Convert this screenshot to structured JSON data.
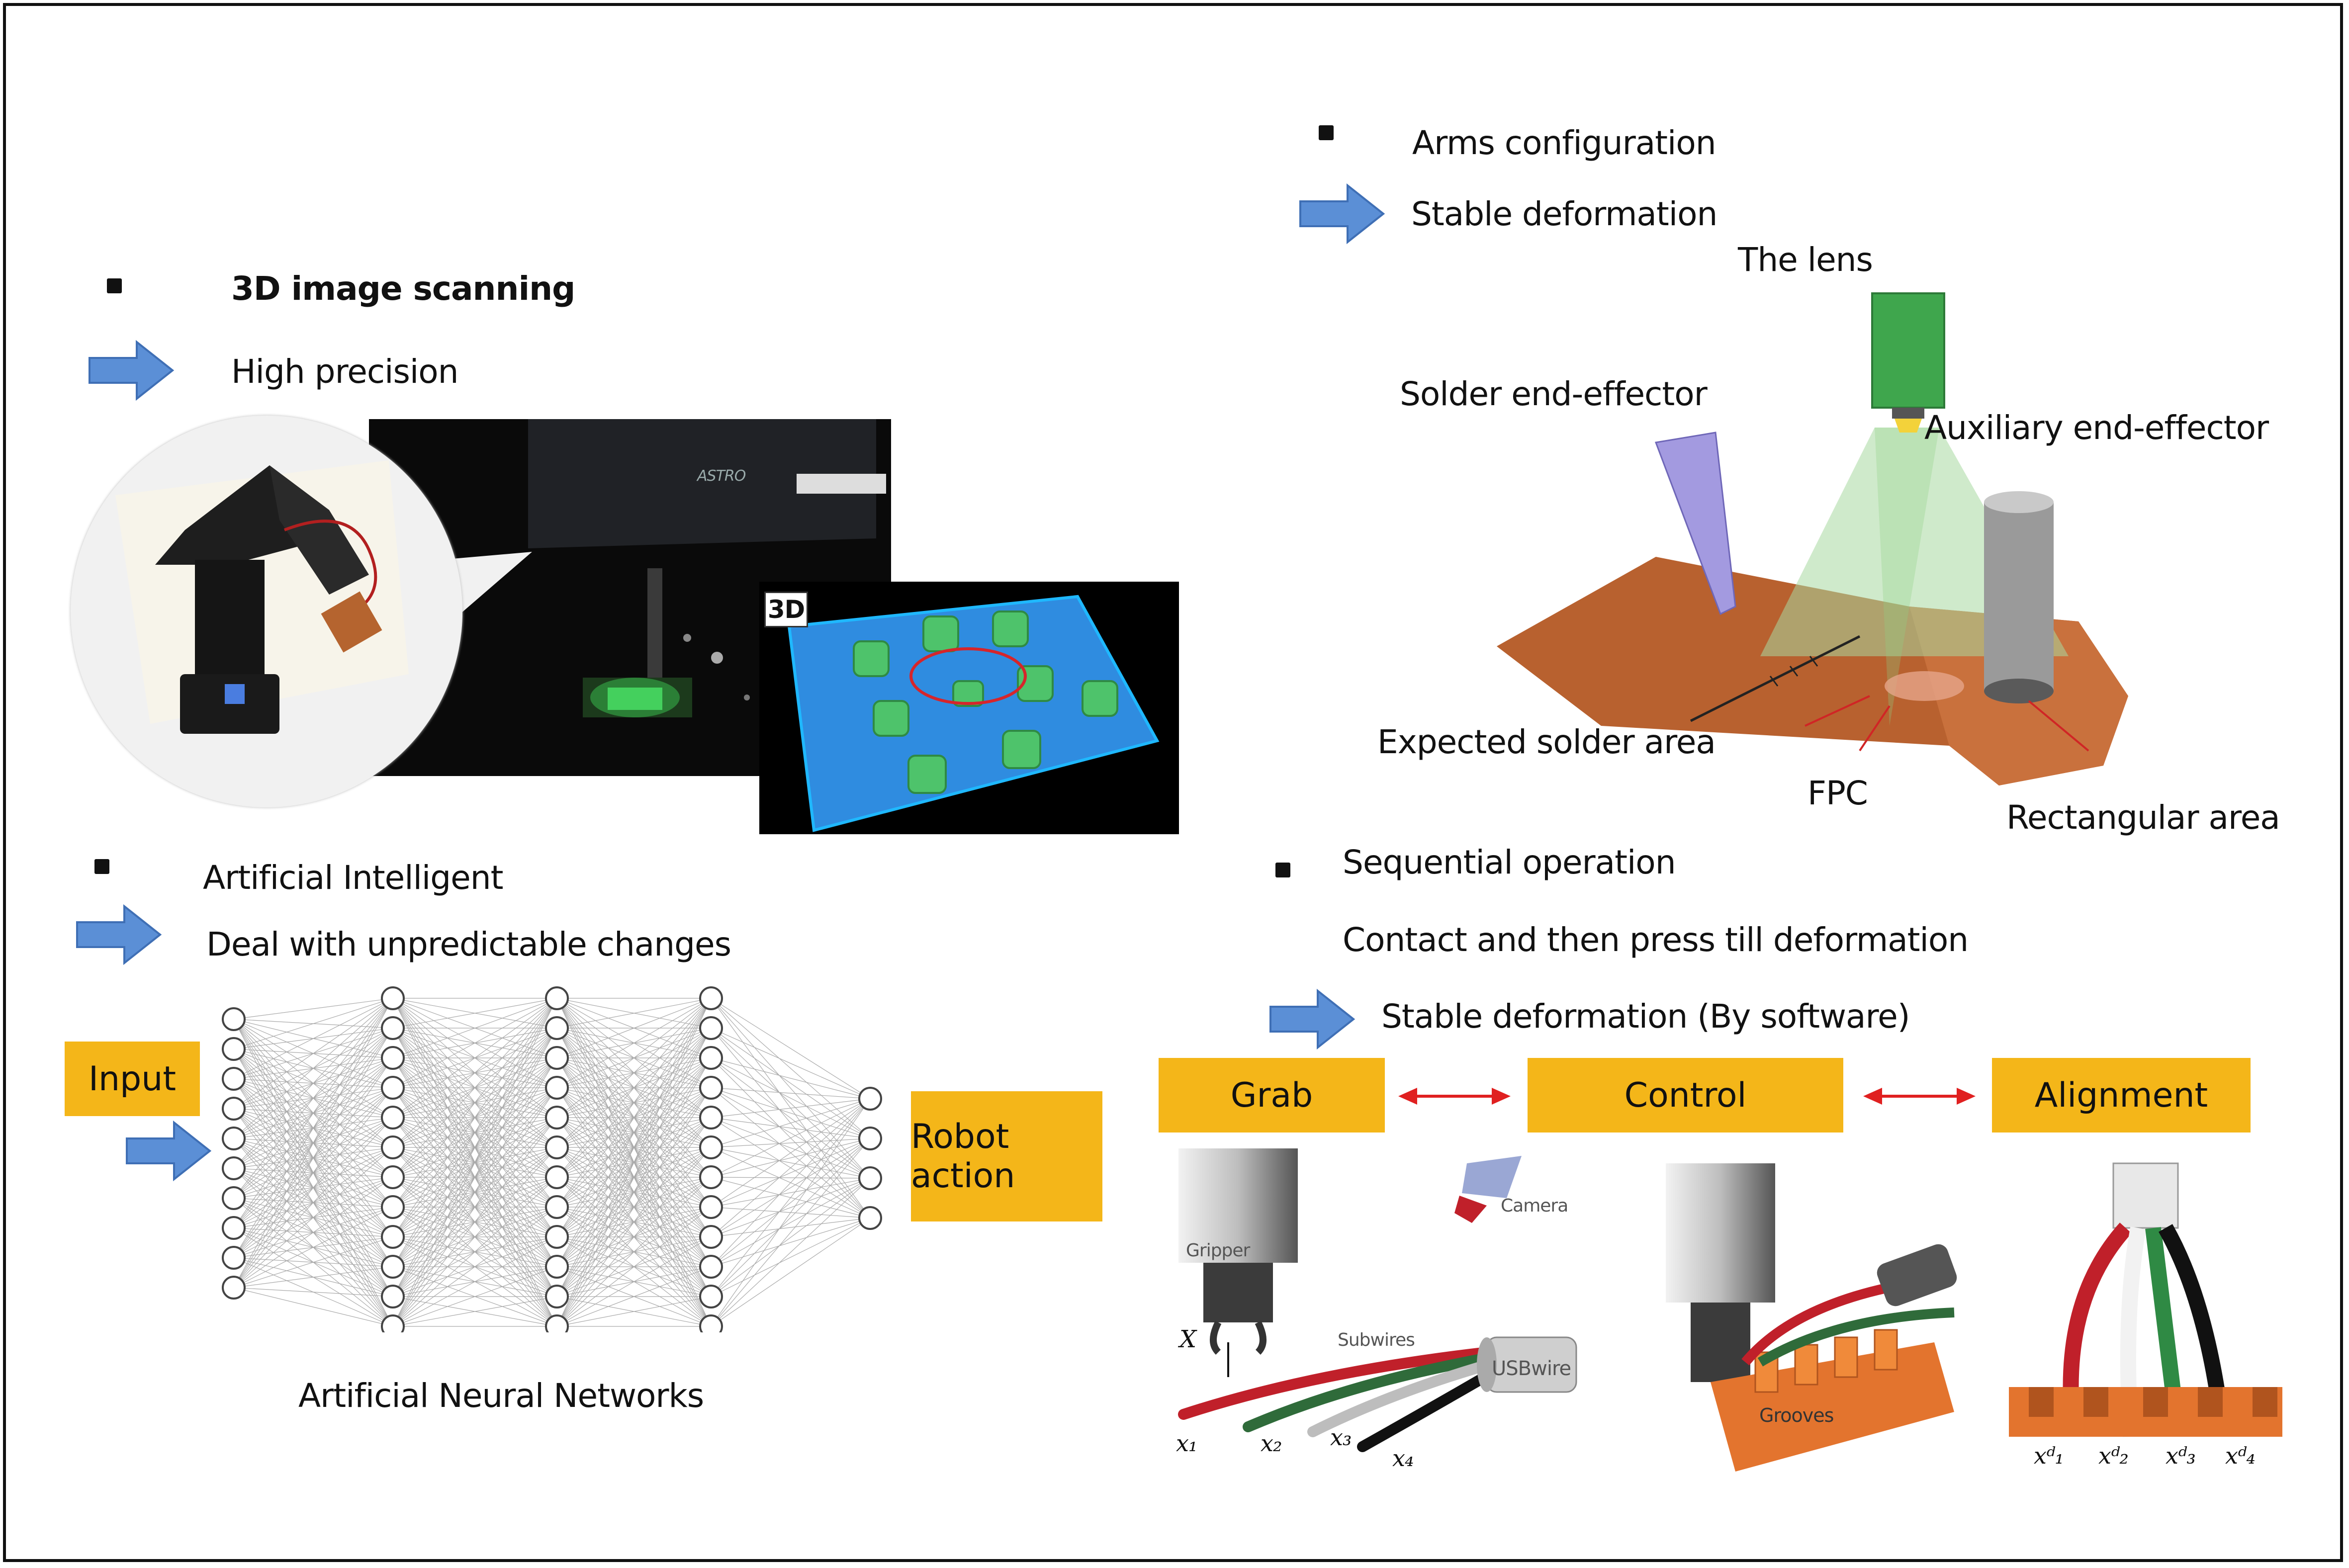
{
  "colors": {
    "accent_yellow": "#f4b619",
    "arrow_blue": "#5b8fd6",
    "double_arrow_red": "#e02020",
    "fpc_orange": "#b8612f"
  },
  "icons": [
    "bullet-square-icon",
    "blue-right-arrow-icon",
    "red-double-arrow-icon"
  ],
  "panel_3d": {
    "bullet_text": "3D image scanning",
    "arrow_text": "High precision",
    "scanner_brand": "ASTRO",
    "label_3d": "3D"
  },
  "panel_arms": {
    "bullet_text": "Arms configuration",
    "arrow_text": "Stable deformation",
    "labels": {
      "lens": "The lens",
      "solder": "Solder end-effector",
      "auxiliary": "Auxiliary end-effector",
      "expected": "Expected solder area",
      "fpc": "FPC",
      "rect": "Rectangular area"
    }
  },
  "panel_ai": {
    "bullet_text": "Artificial Intelligent",
    "arrow_text": "Deal with unpredictable changes",
    "input_label": "Input",
    "output_label": "Robot action",
    "caption": "Artificial Neural Networks"
  },
  "panel_seq": {
    "bullet_text": "Sequential operation",
    "line2": "Contact and then press till deformation",
    "arrow_text": "Stable deformation (By software)",
    "boxes": [
      "Grab",
      "Control",
      "Alignment"
    ],
    "grab_labels": {
      "gripper": "Gripper",
      "camera": "Camera",
      "subwires": "Subwires",
      "usbwire": "USBwire",
      "x": "X",
      "x1": "x₁",
      "x2": "x₂",
      "x3": "x₃",
      "x4": "x₄"
    },
    "control_labels": {
      "grooves": "Grooves"
    },
    "align_labels": [
      "xᵈ₁",
      "xᵈ₂",
      "xᵈ₃",
      "xᵈ₄"
    ]
  }
}
